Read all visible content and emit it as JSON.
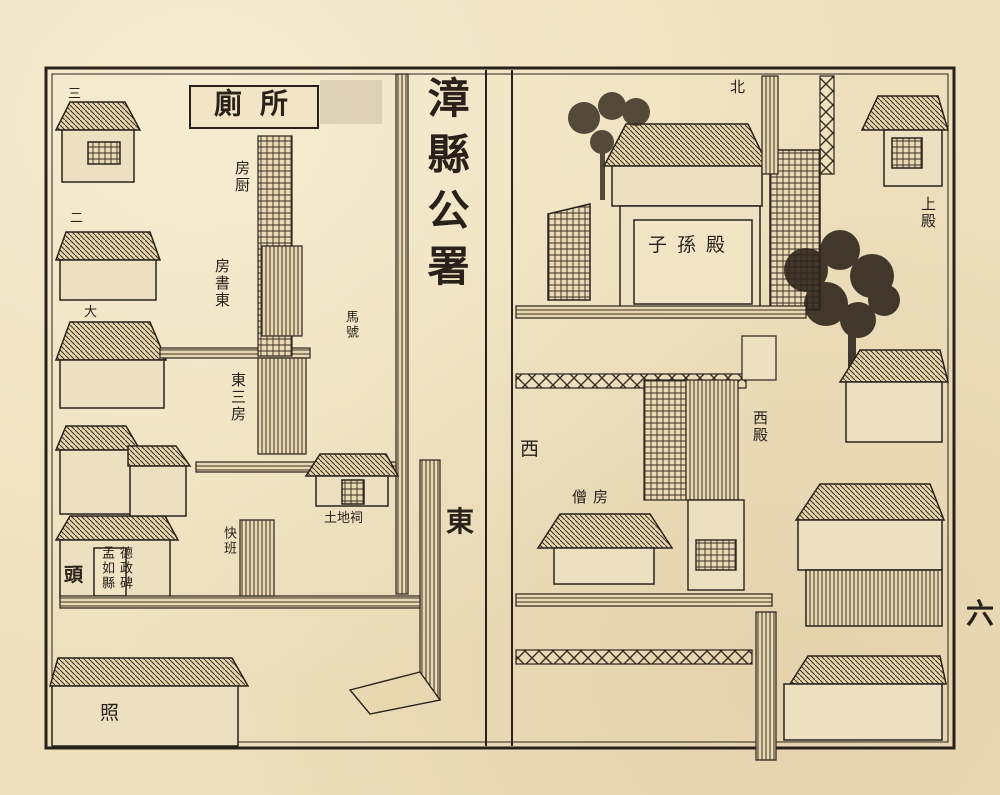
{
  "title": "漳縣公署",
  "page_number": "六",
  "left_page": {
    "latrine": "廁所",
    "kitchen": "房厨",
    "study": "房書東",
    "stable": "馬號",
    "east_third_room": "東三房",
    "earth_god_shrine": "土地祠",
    "fast_squad": "快班",
    "stele": "德政碑",
    "stele_sub": "孟如縣",
    "head_gate": "頭",
    "screen_wall": "照",
    "marker_three": "三",
    "marker_two": "二",
    "marker_big": "大"
  },
  "right_page": {
    "north": "北",
    "zisun_hall": "子孫殿",
    "upper_hall": "上殿",
    "west_hall": "西殿",
    "monk_quarters": "僧房",
    "west": "西",
    "east": "東"
  },
  "colors": {
    "paper": "#eee0bd",
    "ink": "#2a221a"
  }
}
